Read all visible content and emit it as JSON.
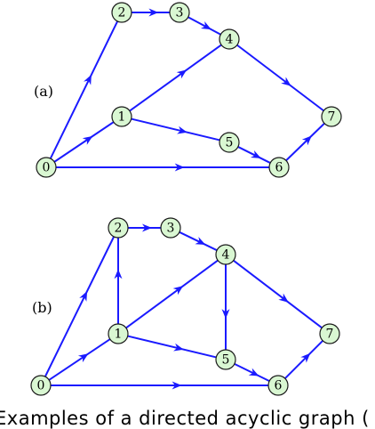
{
  "panels": [
    {
      "label": "(a)",
      "nodes": [
        "0",
        "1",
        "2",
        "3",
        "4",
        "5",
        "6",
        "7"
      ],
      "edges": [
        [
          "0",
          "2"
        ],
        [
          "2",
          "3"
        ],
        [
          "3",
          "4"
        ],
        [
          "4",
          "7"
        ],
        [
          "0",
          "1"
        ],
        [
          "1",
          "4"
        ],
        [
          "1",
          "5"
        ],
        [
          "5",
          "6"
        ],
        [
          "0",
          "6"
        ],
        [
          "6",
          "7"
        ]
      ]
    },
    {
      "label": "(b)",
      "nodes": [
        "0",
        "1",
        "2",
        "3",
        "4",
        "5",
        "6",
        "7"
      ],
      "edges": [
        [
          "0",
          "2"
        ],
        [
          "2",
          "3"
        ],
        [
          "3",
          "4"
        ],
        [
          "4",
          "7"
        ],
        [
          "0",
          "1"
        ],
        [
          "1",
          "2"
        ],
        [
          "1",
          "4"
        ],
        [
          "1",
          "5"
        ],
        [
          "4",
          "5"
        ],
        [
          "5",
          "6"
        ],
        [
          "0",
          "6"
        ],
        [
          "6",
          "7"
        ]
      ]
    }
  ],
  "caption": "Examples of a directed acyclic graph ("
}
